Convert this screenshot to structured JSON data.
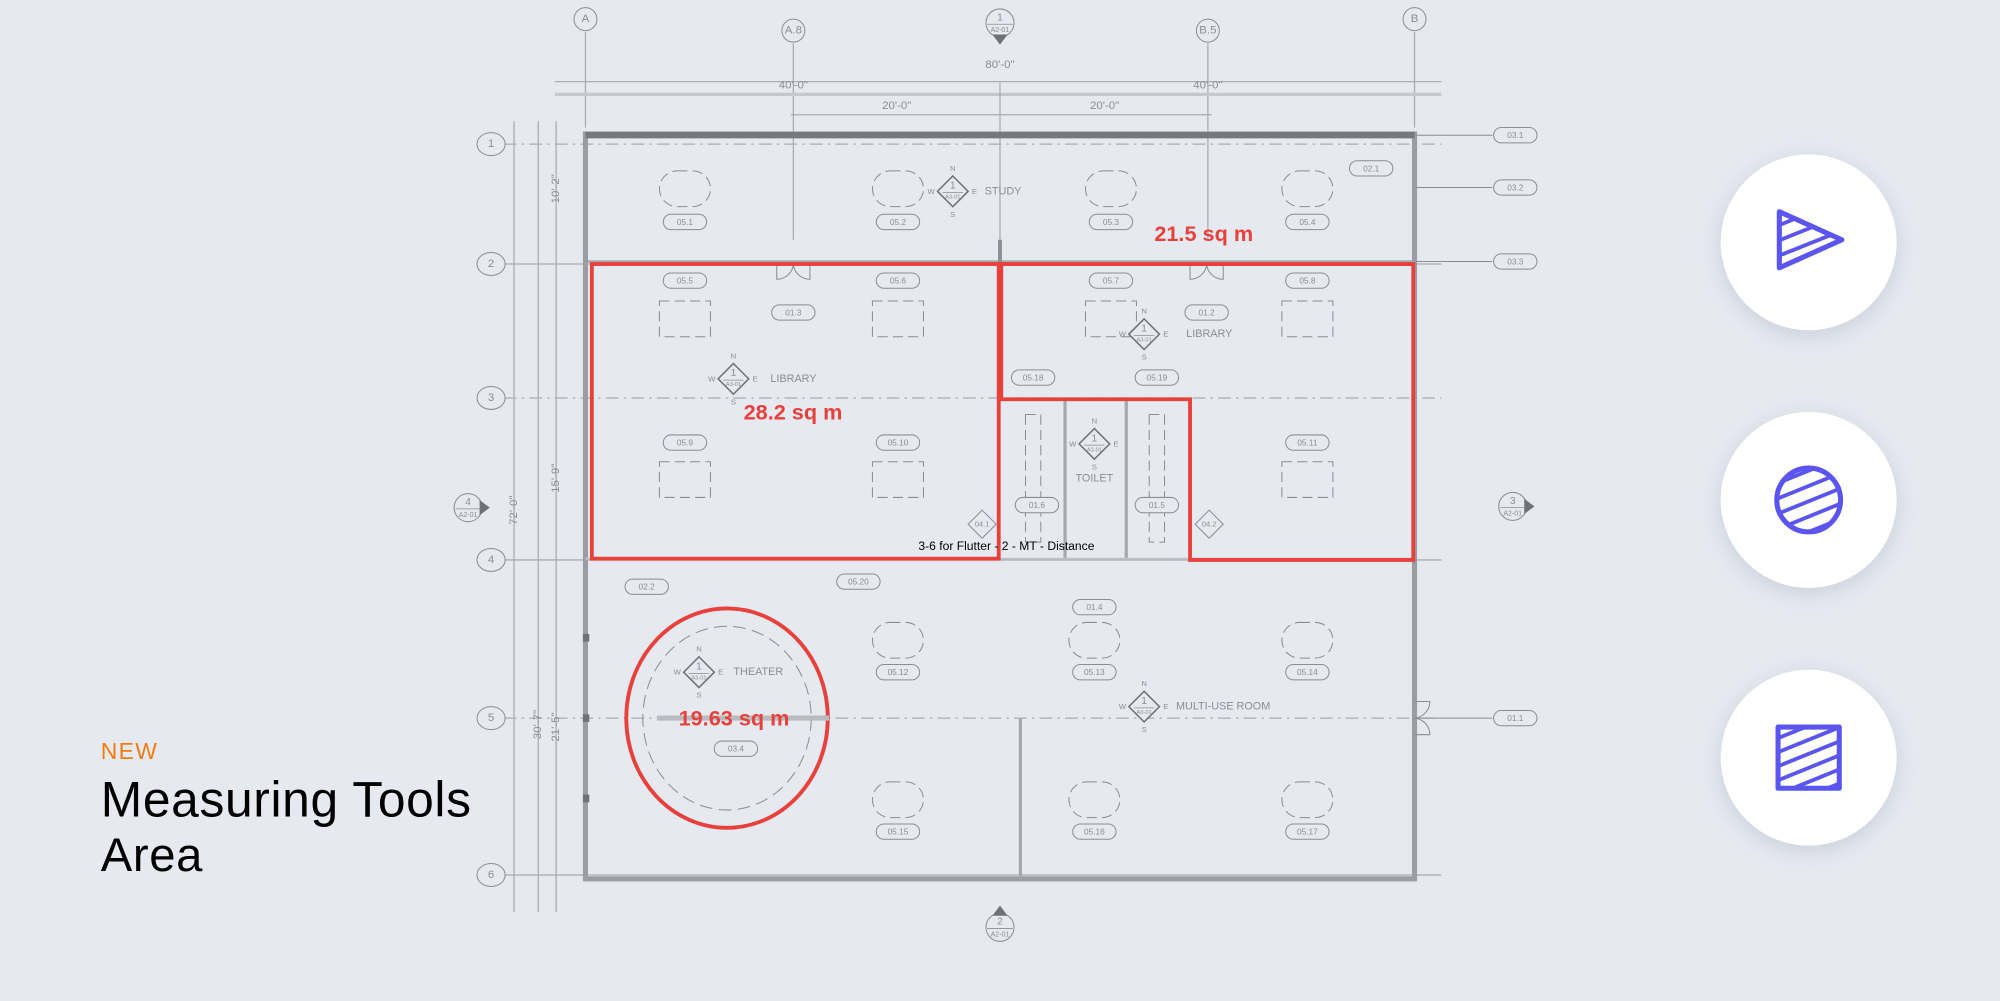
{
  "hero": {
    "badge": "NEW",
    "title": "Measuring Tools",
    "subtitle": "Area"
  },
  "tools": [
    {
      "name": "triangle-area-tool",
      "icon": "hatched-triangle-icon"
    },
    {
      "name": "ellipse-area-tool",
      "icon": "hatched-ellipse-icon"
    },
    {
      "name": "rectangle-area-tool",
      "icon": "hatched-rectangle-icon"
    }
  ],
  "colors": {
    "accent": "#5b55f0",
    "badge": "#f07c12",
    "measure": "#e8403a",
    "background": "#e6e9f0",
    "drawing": "#8a8d94"
  },
  "plan": {
    "grid_columns": [
      "A",
      "A.8",
      "B.5",
      "B"
    ],
    "grid_rows": [
      "1",
      "2",
      "3",
      "4",
      "5",
      "6"
    ],
    "dimensions": {
      "overall": "80'-0\"",
      "half_left": "40'-0\"",
      "half_right": "40'-0\"",
      "quarter_left": "20'-0\"",
      "quarter_right": "20'-0\"",
      "row_1_2": "10'-2\"",
      "row_3_4": "15'-9\"",
      "row_4_6": "21'-5\"",
      "total_height": "72'-0\"",
      "lower_height": "30'-7\""
    },
    "section_markers": [
      {
        "num": "1",
        "sheet": "A2-01"
      },
      {
        "num": "2",
        "sheet": "A2-01"
      },
      {
        "num": "3",
        "sheet": "A2-01"
      },
      {
        "num": "4",
        "sheet": "A2-01"
      }
    ],
    "rooms": [
      "STUDY",
      "LIBRARY",
      "LIBRARY",
      "TOILET",
      "THEATER",
      "MULTI-USE ROOM"
    ],
    "compass": {
      "n": "N",
      "s": "S",
      "e": "E",
      "w": "W",
      "num": "1",
      "sheet": "A3-01"
    },
    "tags": [
      "05.1",
      "05.2",
      "05.3",
      "05.4",
      "02.1",
      "03.1",
      "03.2",
      "03.3",
      "05.5",
      "05.6",
      "01.3",
      "05.7",
      "01.2",
      "05.8",
      "05.18",
      "05.19",
      "05.9",
      "05.10",
      "05.11",
      "01.6",
      "01.5",
      "02.2",
      "05.20",
      "01.4",
      "05.12",
      "05.13",
      "05.14",
      "03.4",
      "01.1",
      "05.15",
      "05.16",
      "05.17"
    ],
    "diamond_tags": [
      "04.1",
      "04.2"
    ],
    "measurements": [
      "21.5 sq m",
      "28.2 sq m",
      "19.63 sq m"
    ],
    "annotation": "3-6 for Flutter - 2 - MT - Distance"
  }
}
